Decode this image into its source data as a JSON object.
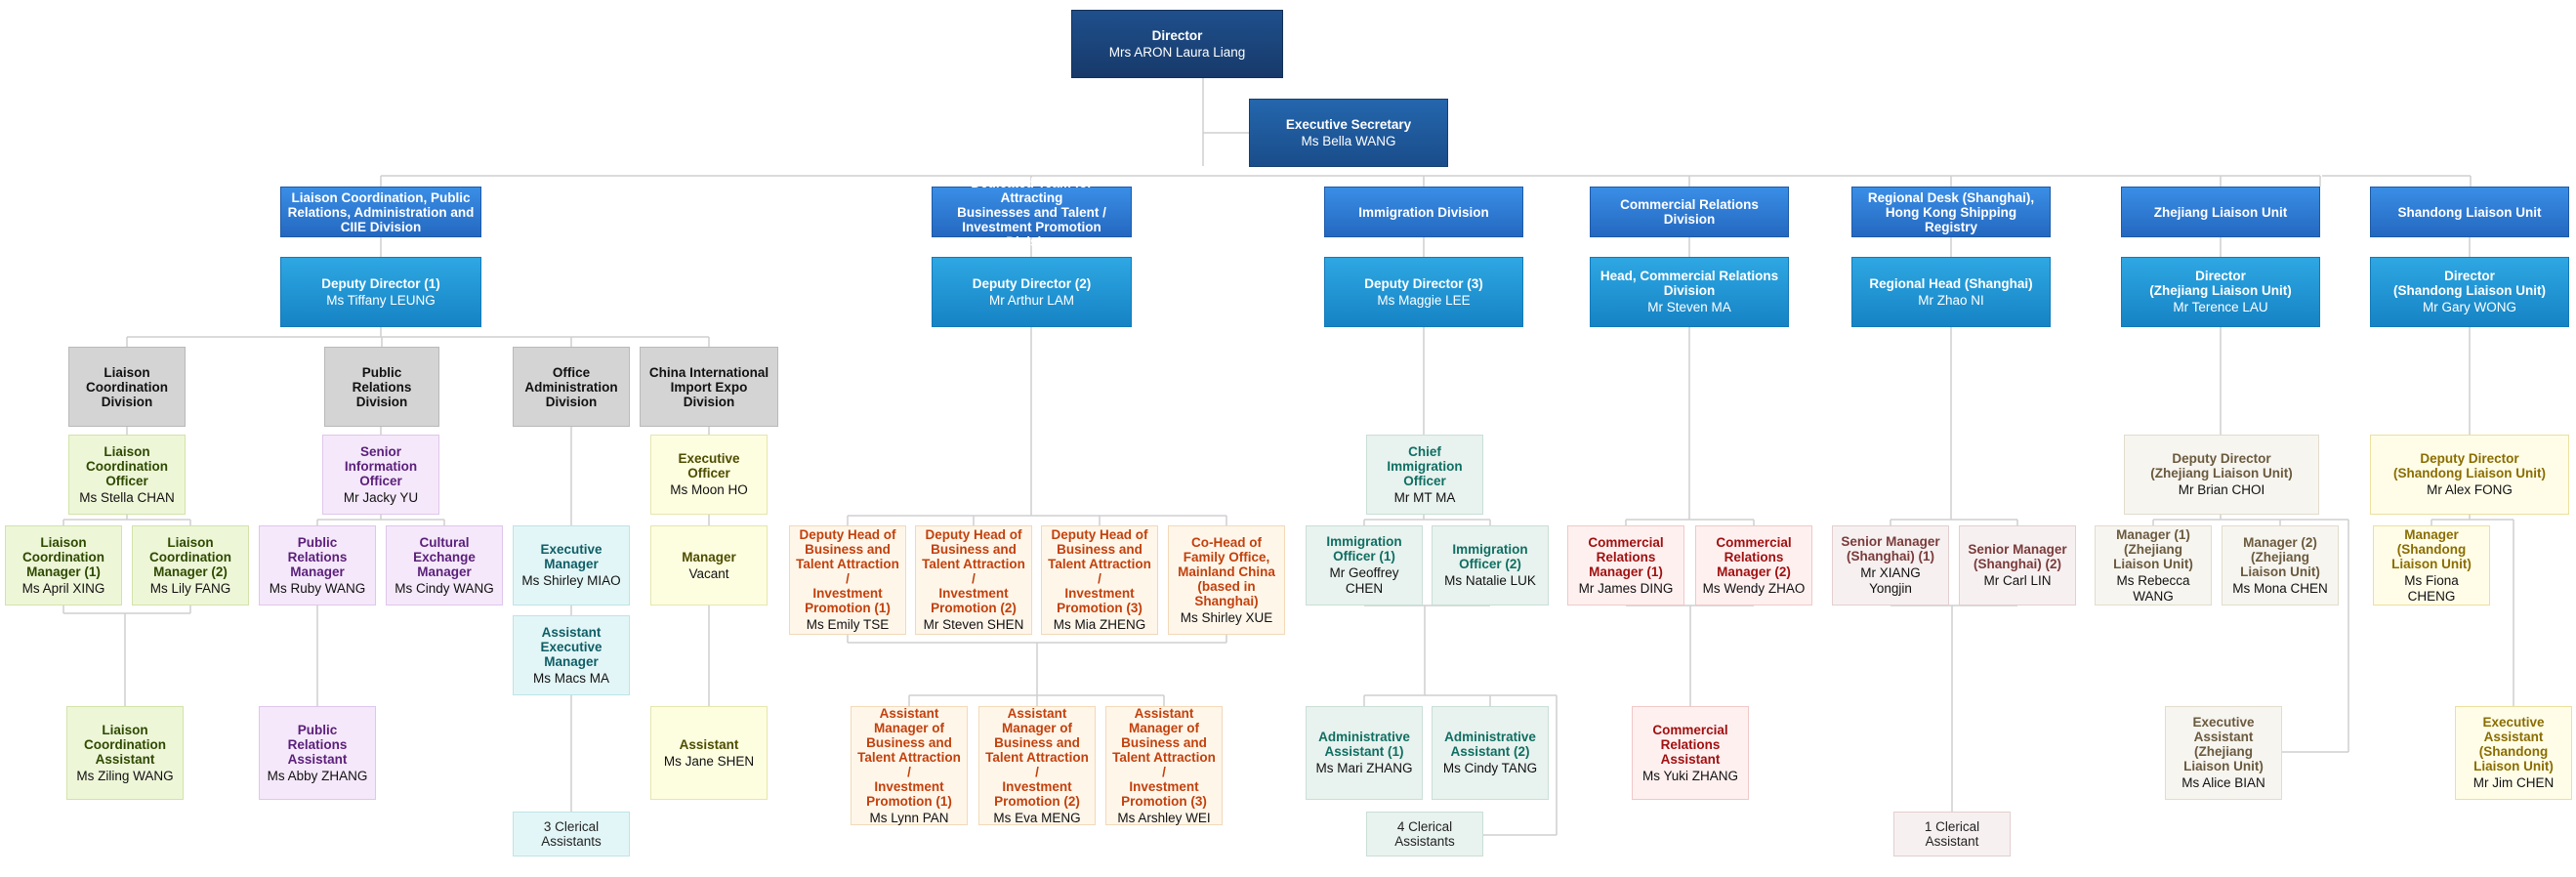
{
  "colors": {
    "line": "#cfcfcf",
    "director_bg": "#1f4f8c",
    "division_header_bg": "#2a78d0",
    "deputy_bg": "#1f97d6"
  },
  "nodes": {
    "director": {
      "title": "Director",
      "name": "Mrs ARON Laura Liang"
    },
    "exec_secretary": {
      "title": "Executive Secretary",
      "name": "Ms Bella WANG"
    },
    "div_liaison": {
      "title": "Liaison Coordination, Public\nRelations, Administration and\nCIIE Division",
      "name": ""
    },
    "div_attract": {
      "title": "Dedicated Team for Attracting\nBusinesses and Talent /\nInvestment Promotion Division",
      "name": ""
    },
    "div_immig": {
      "title": "Immigration Division",
      "name": ""
    },
    "div_commercial": {
      "title": "Commercial Relations\nDivision",
      "name": ""
    },
    "div_regional": {
      "title": "Regional Desk  (Shanghai),\nHong Kong Shipping Registry",
      "name": ""
    },
    "div_zhejiang": {
      "title": "Zhejiang Liaison Unit",
      "name": ""
    },
    "div_shandong": {
      "title": "Shandong Liaison Unit",
      "name": ""
    },
    "dep1": {
      "title": "Deputy Director (1)",
      "name": "Ms Tiffany LEUNG"
    },
    "dep2": {
      "title": "Deputy Director (2)",
      "name": "Mr Arthur LAM"
    },
    "dep3": {
      "title": "Deputy Director (3)",
      "name": "Ms Maggie LEE"
    },
    "head_comm": {
      "title": "Head, Commercial Relations\nDivision",
      "name": "Mr Steven MA"
    },
    "head_regional": {
      "title": "Regional Head (Shanghai)",
      "name": "Mr Zhao NI"
    },
    "dir_zhejiang": {
      "title": "Director\n(Zhejiang Liaison Unit)",
      "name": "Mr Terence LAU"
    },
    "dir_shandong": {
      "title": "Director\n(Shandong Liaison Unit)",
      "name": "Mr Gary WONG"
    },
    "sub_lcd": {
      "title": "Liaison\nCoordination\nDivision",
      "name": ""
    },
    "sub_prd": {
      "title": "Public Relations\nDivision",
      "name": ""
    },
    "sub_oad": {
      "title": "Office\nAdministration\nDivision",
      "name": ""
    },
    "sub_ciie": {
      "title": "China International\nImport Expo Division",
      "name": ""
    },
    "lco": {
      "title": "Liaison\nCoordination\nOfficer",
      "name": "Ms Stella CHAN"
    },
    "lcm1": {
      "title": "Liaison\nCoordination\nManager (1)",
      "name": "Ms April XING"
    },
    "lcm2": {
      "title": "Liaison\nCoordination\nManager (2)",
      "name": "Ms Lily FANG"
    },
    "lca": {
      "title": "Liaison\nCoordination\nAssistant",
      "name": "Ms Ziling WANG"
    },
    "spio": {
      "title": "Senior\nInformation\nOfficer",
      "name": "Mr Jacky YU"
    },
    "prm": {
      "title": "Public\nRelations\nManager",
      "name": "Ms Ruby WANG"
    },
    "cem": {
      "title": "Cultural\nExchange\nManager",
      "name": "Ms Cindy WANG"
    },
    "pra": {
      "title": "Public\nRelations\nAssistant",
      "name": "Ms Abby ZHANG"
    },
    "em": {
      "title": "Executive\nManager",
      "name": "Ms Shirley MIAO"
    },
    "aem": {
      "title": "Assistant\nExecutive\nManager",
      "name": "Ms Macs MA"
    },
    "clerical3": {
      "title": "3 Clerical\nAssistants",
      "name": ""
    },
    "eo_ciie": {
      "title": "Executive\nOfficer",
      "name": "Ms Moon HO"
    },
    "mgr_ciie": {
      "title": "Manager",
      "name": "Vacant"
    },
    "asst_ciie": {
      "title": "Assistant",
      "name": "Ms Jane SHEN"
    },
    "dh1": {
      "title": "Deputy Head of\nBusiness and\nTalent Attraction /\nInvestment\nPromotion (1)",
      "name": "Ms Emily TSE"
    },
    "dh2": {
      "title": "Deputy Head of\nBusiness and\nTalent Attraction /\nInvestment\nPromotion (2)",
      "name": "Mr Steven SHEN"
    },
    "dh3": {
      "title": "Deputy Head of\nBusiness and\nTalent Attraction /\nInvestment\nPromotion (3)",
      "name": "Ms Mia ZHENG"
    },
    "cohead": {
      "title": "Co-Head of\nFamily Office,\nMainland China\n(based in\nShanghai)",
      "name": "Ms Shirley XUE"
    },
    "am1": {
      "title": "Assistant\nManager of\nBusiness and\nTalent Attraction /\nInvestment\nPromotion (1)",
      "name": "Ms Lynn PAN"
    },
    "am2": {
      "title": "Assistant\nManager of\nBusiness and\nTalent Attraction /\nInvestment\nPromotion (2)",
      "name": "Ms Eva MENG"
    },
    "am3": {
      "title": "Assistant\nManager of\nBusiness and\nTalent Attraction /\nInvestment\nPromotion (3)",
      "name": "Ms Arshley WEI"
    },
    "cio": {
      "title": "Chief Immigration\nOfficer",
      "name": "Mr MT MA"
    },
    "io1": {
      "title": "Immigration\nOfficer (1)",
      "name": "Mr Geoffrey CHEN"
    },
    "io2": {
      "title": "Immigration\nOfficer (2)",
      "name": "Ms Natalie LUK"
    },
    "aa1": {
      "title": "Administrative\nAssistant (1)",
      "name": "Ms Mari ZHANG"
    },
    "aa2": {
      "title": "Administrative\nAssistant (2)",
      "name": "Ms Cindy TANG"
    },
    "clerical4": {
      "title": "4 Clerical\nAssistants",
      "name": ""
    },
    "crm1": {
      "title": "Commercial\nRelations\nManager (1)",
      "name": "Mr James DING"
    },
    "crm2": {
      "title": "Commercial\nRelations\nManager (2)",
      "name": "Ms Wendy ZHAO"
    },
    "cra": {
      "title": "Commercial\nRelations\nAssistant",
      "name": "Ms Yuki ZHANG"
    },
    "sm1": {
      "title": "Senior Manager\n(Shanghai) (1)",
      "name": "Mr XIANG Yongjin"
    },
    "sm2": {
      "title": "Senior Manager\n(Shanghai) (2)",
      "name": "Mr Carl LIN"
    },
    "clerical1": {
      "title": "1 Clerical\nAssistant",
      "name": ""
    },
    "zdd": {
      "title": "Deputy Director\n(Zhejiang Liaison Unit)",
      "name": "Mr Brian CHOI"
    },
    "zm1": {
      "title": "Manager (1)\n(Zhejiang\nLiaison Unit)",
      "name": "Ms Rebecca WANG"
    },
    "zm2": {
      "title": "Manager (2)\n(Zhejiang\nLiaison Unit)",
      "name": "Ms Mona CHEN"
    },
    "zea": {
      "title": "Executive\nAssistant\n(Zhejiang\nLiaison Unit)",
      "name": "Ms Alice BIAN"
    },
    "sdd": {
      "title": "Deputy Director\n(Shandong Liaison Unit)",
      "name": "Mr Alex FONG"
    },
    "sm_shd": {
      "title": "Manager\n(Shandong\nLiaison Unit)",
      "name": "Ms Fiona CHENG"
    },
    "sea": {
      "title": "Executive\nAssistant\n(Shandong\nLiaison Unit)",
      "name": "Mr Jim CHEN"
    }
  }
}
